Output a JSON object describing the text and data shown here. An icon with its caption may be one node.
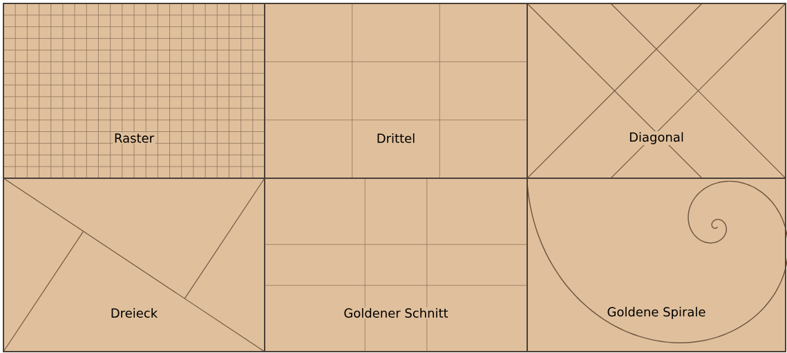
{
  "diagram": {
    "nodes": [
      {
        "text": [
          "Raster"
        ]
      },
      {
        "text": [
          "Drittel"
        ]
      },
      {
        "text": [
          "Diagonal"
        ]
      },
      {
        "text": [
          "Dreieck"
        ]
      },
      {
        "text": [
          "Goldener Schnitt"
        ]
      },
      {
        "text": [
          "Goldene Spirale"
        ]
      }
    ]
  }
}
